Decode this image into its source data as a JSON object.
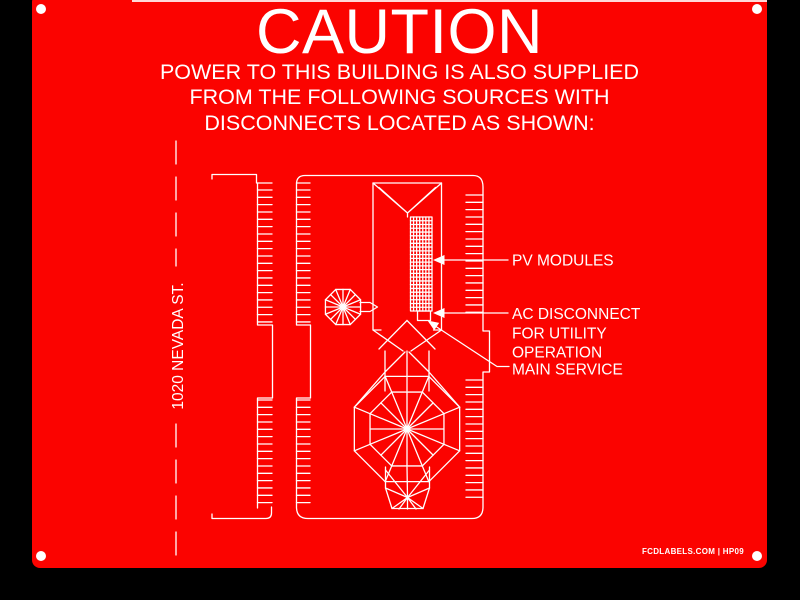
{
  "sign": {
    "title": "CAUTION",
    "subtitle_lines": [
      "POWER TO THIS BUILDING IS ALSO SUPPLIED",
      "FROM THE FOLLOWING SOURCES WITH",
      "DISCONNECTS LOCATED AS SHOWN:"
    ],
    "street_label": "1020 NEVADA ST.",
    "callouts": {
      "pv_modules": "PV MODULES",
      "ac_disconnect": [
        "AC DISCONNECT",
        "FOR UTILITY",
        "OPERATION"
      ],
      "main_service": "MAIN SERVICE"
    },
    "footer": "FCDLABELS.COM | HP09",
    "colors": {
      "plate_red": "#fb0300",
      "line_white": "#ffffff",
      "background_black": "#000000"
    }
  }
}
